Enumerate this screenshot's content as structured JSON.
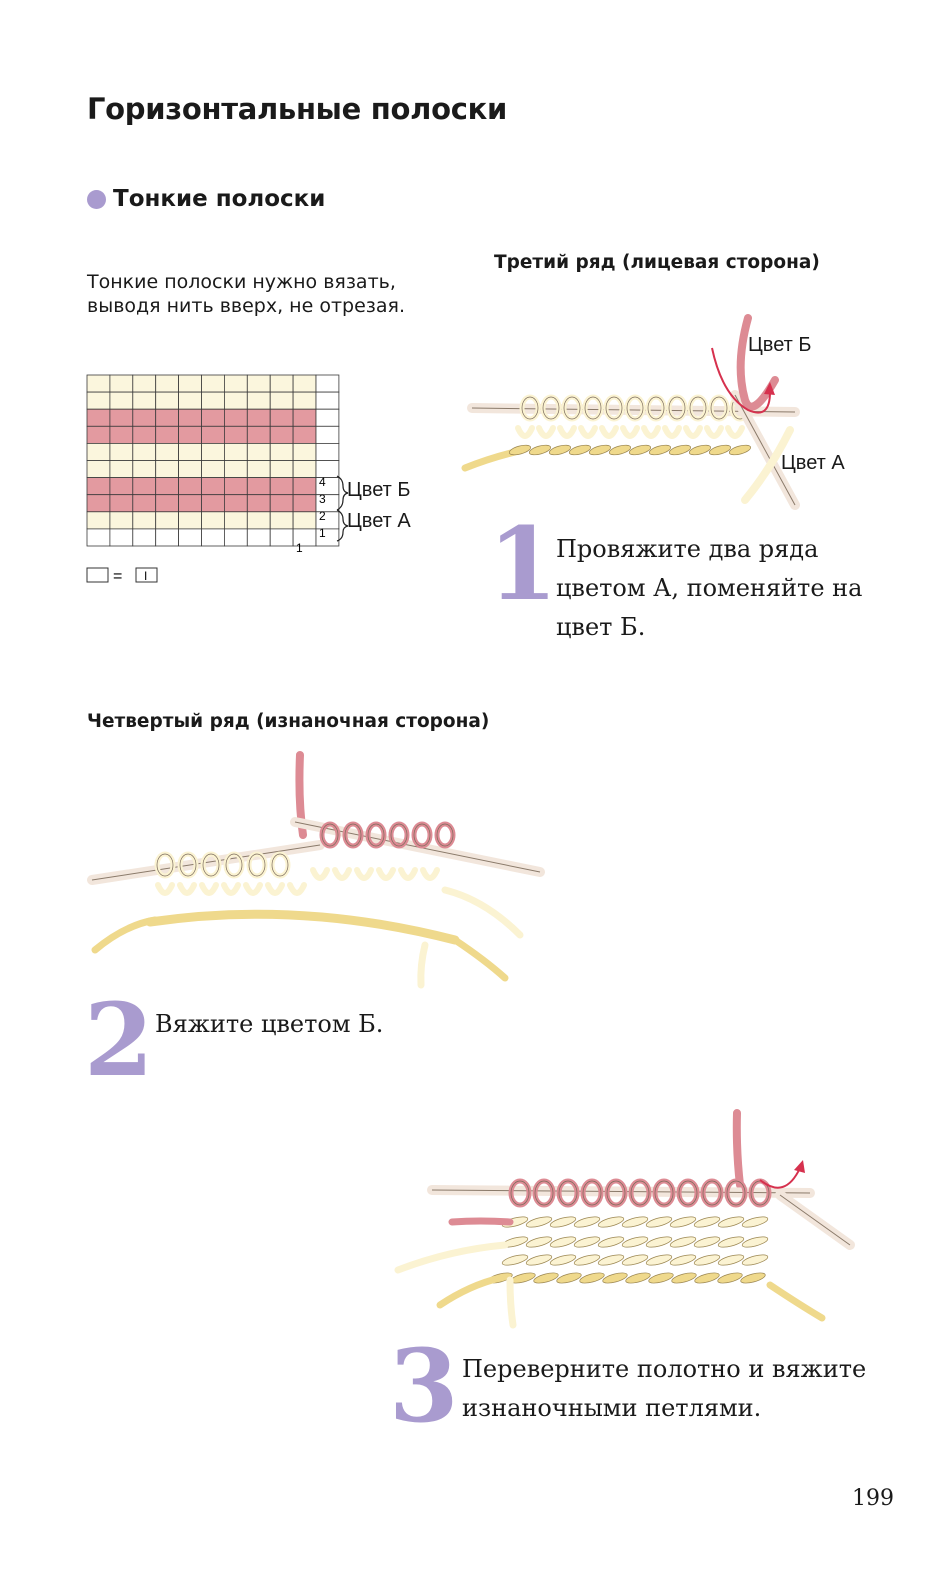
{
  "heading": "Горизонтальные полоски",
  "subheading": "Тонкие полоски",
  "intro_text": "Тонкие полоски нужно вязать, выводя нить вверх, не отрезая.",
  "chart": {
    "color_b_label": "Цвет Б",
    "color_a_label": "Цвет А",
    "row_numbers": [
      "4",
      "3",
      "2",
      "1"
    ],
    "bottom_row_number": "1",
    "legend_equals": "=",
    "legend_symbol": "I",
    "colors": {
      "cream": "#fbf6dd",
      "pink": "#e39aa0",
      "grid": "#3a3a3a"
    }
  },
  "step1": {
    "title": "Третий ряд (лицевая сторона)",
    "number": "1",
    "text": "Провяжите два ряда цветом А, поменяйте на цвет Б.",
    "label_b": "Цвет Б",
    "label_a": "Цвет А"
  },
  "step2": {
    "title": "Четвертый ряд (изнаночная сторона)",
    "number": "2",
    "text": "Вяжите цветом Б."
  },
  "step3": {
    "number": "3",
    "text": "Переверните полотно и вяжите изнаночными петлями."
  },
  "page_number": "199",
  "colors": {
    "accent": "#a99bcf",
    "yarn_cream": "#fbf3d2",
    "yarn_yellow": "#efd98c",
    "yarn_pink": "#dd8b94",
    "needle": "#f2e6dc",
    "arrow": "#d6314e"
  }
}
